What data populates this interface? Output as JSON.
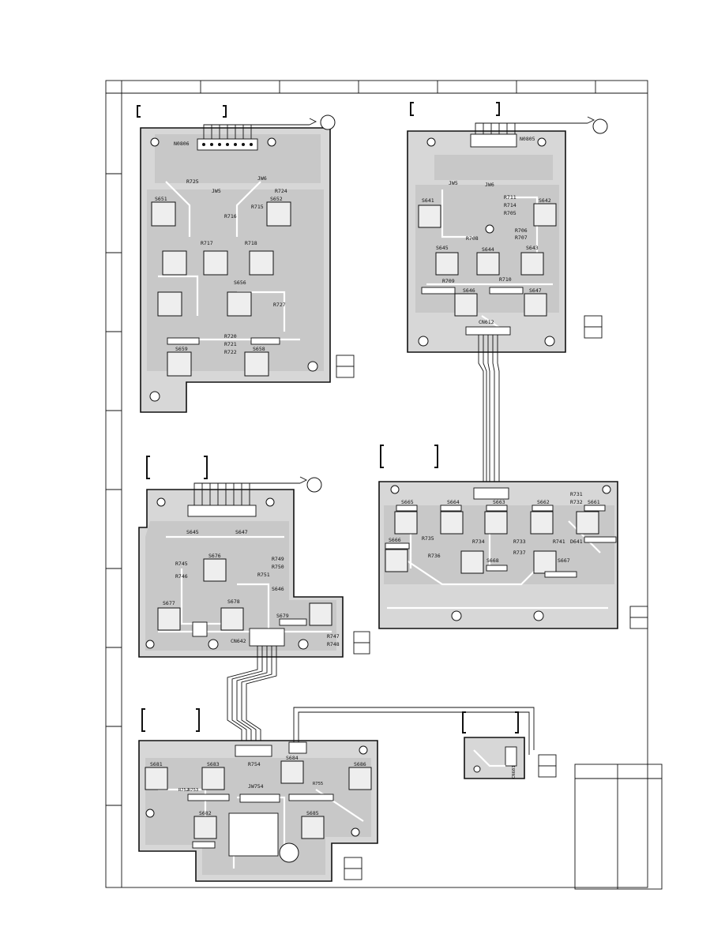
{
  "boards": {
    "board_a": {
      "connector": "N0806",
      "switches": [
        "S651",
        "S652",
        "S656",
        "S659",
        "S658"
      ],
      "resistors": [
        "R725",
        "R724",
        "R715",
        "R716",
        "R717",
        "R718",
        "R727",
        "R720",
        "R721",
        "R722"
      ],
      "jumpers": [
        "JW5",
        "JW6"
      ]
    },
    "board_b": {
      "connector": "N0805",
      "connector_bottom": "CN612",
      "switches": [
        "S641",
        "S642",
        "S645",
        "S644",
        "S643",
        "S646",
        "S647"
      ],
      "resistors": [
        "R711",
        "R714",
        "R705",
        "R706",
        "R707",
        "R708",
        "R709",
        "R710"
      ],
      "jumpers": [
        "JW5",
        "JW6"
      ]
    },
    "board_c": {
      "connector_bottom": "CN642",
      "switches": [
        "S645",
        "S647",
        "S676",
        "S646",
        "S677",
        "S678",
        "S679"
      ],
      "resistors": [
        "R745",
        "R746",
        "R749",
        "R750",
        "R751",
        "R747",
        "R748"
      ]
    },
    "board_d": {
      "switches": [
        "S665",
        "S664",
        "S663",
        "S662",
        "S661",
        "S666",
        "S668",
        "S667"
      ],
      "resistors": [
        "R731",
        "R732",
        "R735",
        "R736",
        "R734",
        "R733",
        "R737",
        "R741"
      ],
      "diodes": [
        "D641"
      ]
    },
    "board_e": {
      "switches": [
        "S681",
        "S683",
        "S684",
        "S686",
        "S682",
        "S685"
      ],
      "resistors": [
        "R754",
        "R752",
        "R753",
        "R755"
      ],
      "jumpers": [
        "JW754"
      ]
    },
    "board_f": {
      "connector": "CN681"
    }
  },
  "colors": {
    "line": "#111111",
    "board_fill": "#d7d7d7",
    "plate_fill": "#c8c8c8",
    "trace": "#ffffff"
  }
}
